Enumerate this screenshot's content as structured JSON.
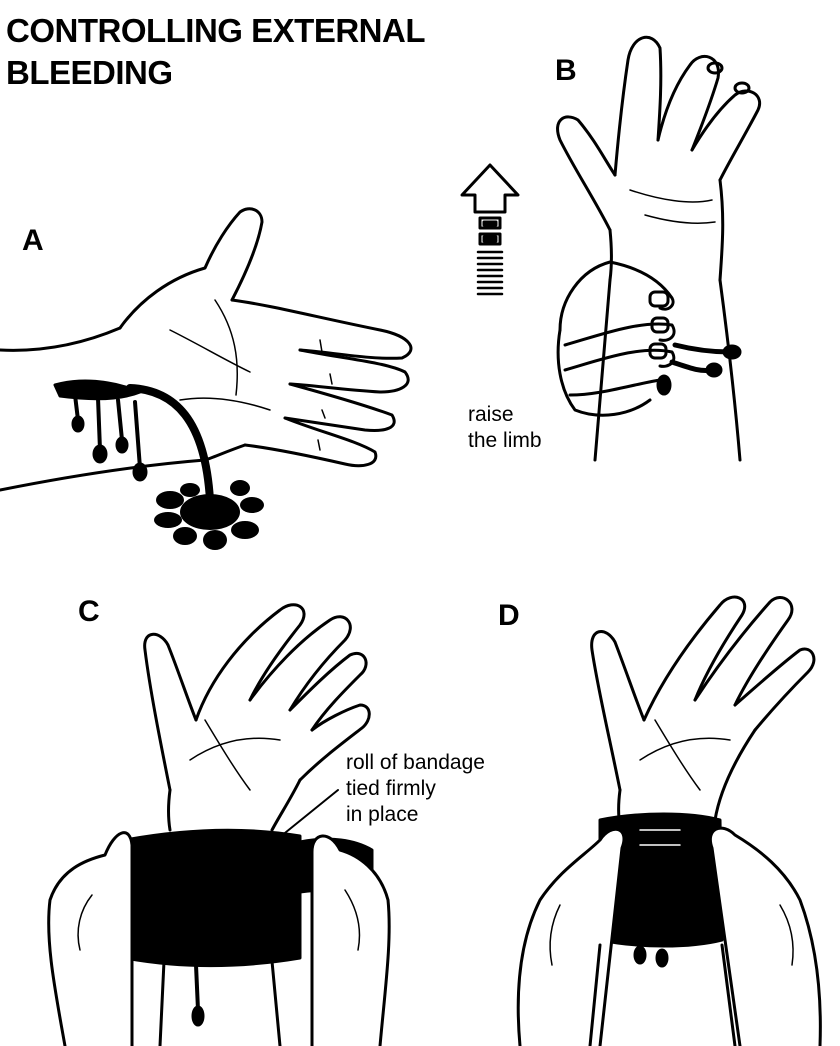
{
  "title": {
    "line1": "CONTROLLING EXTERNAL",
    "line2": "BLEEDING"
  },
  "panels": {
    "a": {
      "label": "A"
    },
    "b": {
      "label": "B",
      "caption": [
        "raise",
        "the limb"
      ]
    },
    "c": {
      "label": "C",
      "caption": [
        "roll of bandage",
        "tied firmly",
        "in place"
      ]
    },
    "d": {
      "label": "D"
    }
  },
  "colors": {
    "ink": "#000000",
    "paper": "#ffffff"
  },
  "icons": [
    "raise-up-arrow-icon",
    "blood-splash-icon"
  ]
}
